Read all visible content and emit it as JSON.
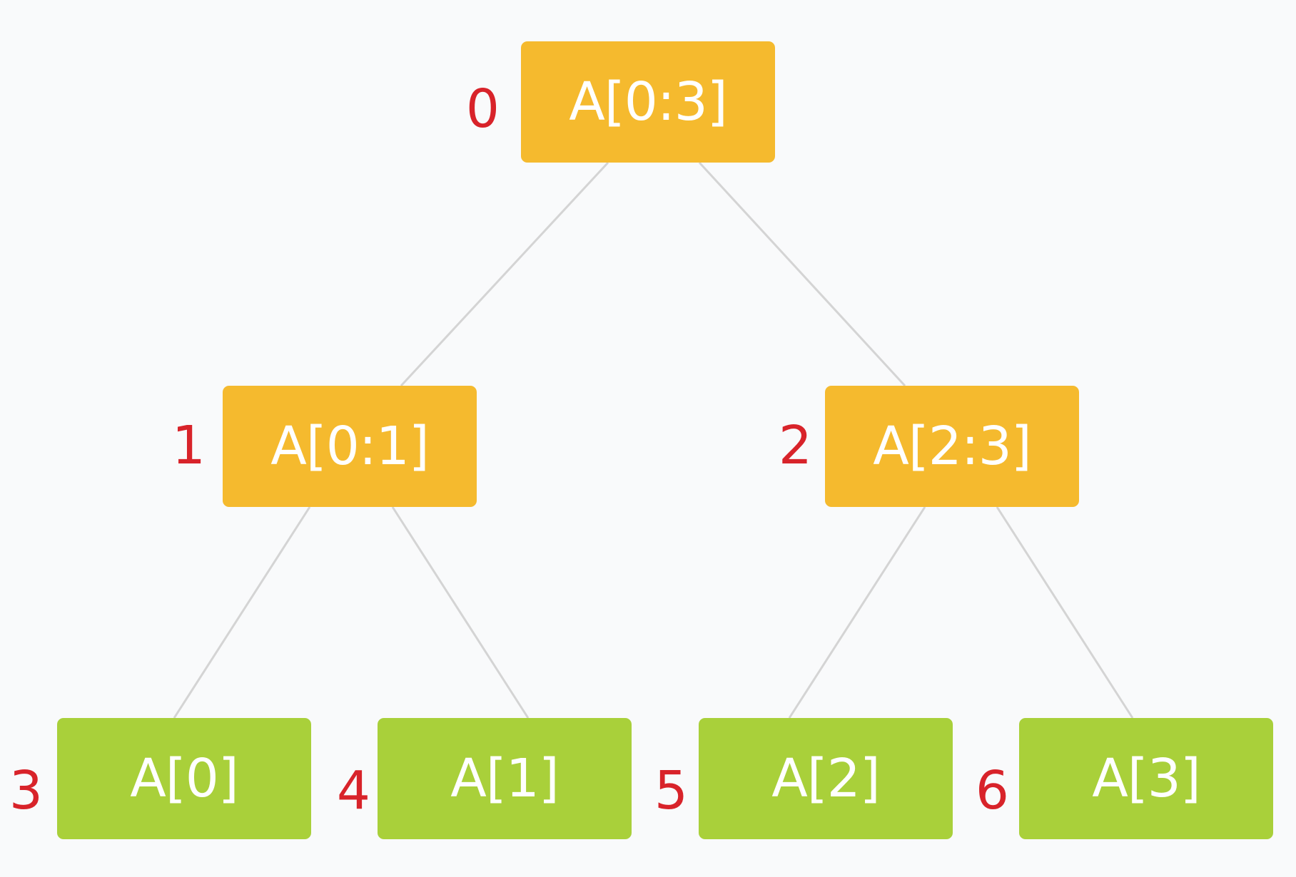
{
  "tree": {
    "edge_color": "#d4d4d4",
    "nodes": [
      {
        "index": "0",
        "label": "A[0:3]",
        "kind": "internal",
        "color": "#f5ba2e"
      },
      {
        "index": "1",
        "label": "A[0:1]",
        "kind": "internal",
        "color": "#f5ba2e"
      },
      {
        "index": "2",
        "label": "A[2:3]",
        "kind": "internal",
        "color": "#f5ba2e"
      },
      {
        "index": "3",
        "label": "A[0]",
        "kind": "leaf",
        "color": "#a9d03a"
      },
      {
        "index": "4",
        "label": "A[1]",
        "kind": "leaf",
        "color": "#a9d03a"
      },
      {
        "index": "5",
        "label": "A[2]",
        "kind": "leaf",
        "color": "#a9d03a"
      },
      {
        "index": "6",
        "label": "A[3]",
        "kind": "leaf",
        "color": "#a9d03a"
      }
    ],
    "index_color": "#d8232a",
    "edges": [
      [
        "0",
        "1"
      ],
      [
        "0",
        "2"
      ],
      [
        "1",
        "3"
      ],
      [
        "1",
        "4"
      ],
      [
        "2",
        "5"
      ],
      [
        "2",
        "6"
      ]
    ]
  }
}
